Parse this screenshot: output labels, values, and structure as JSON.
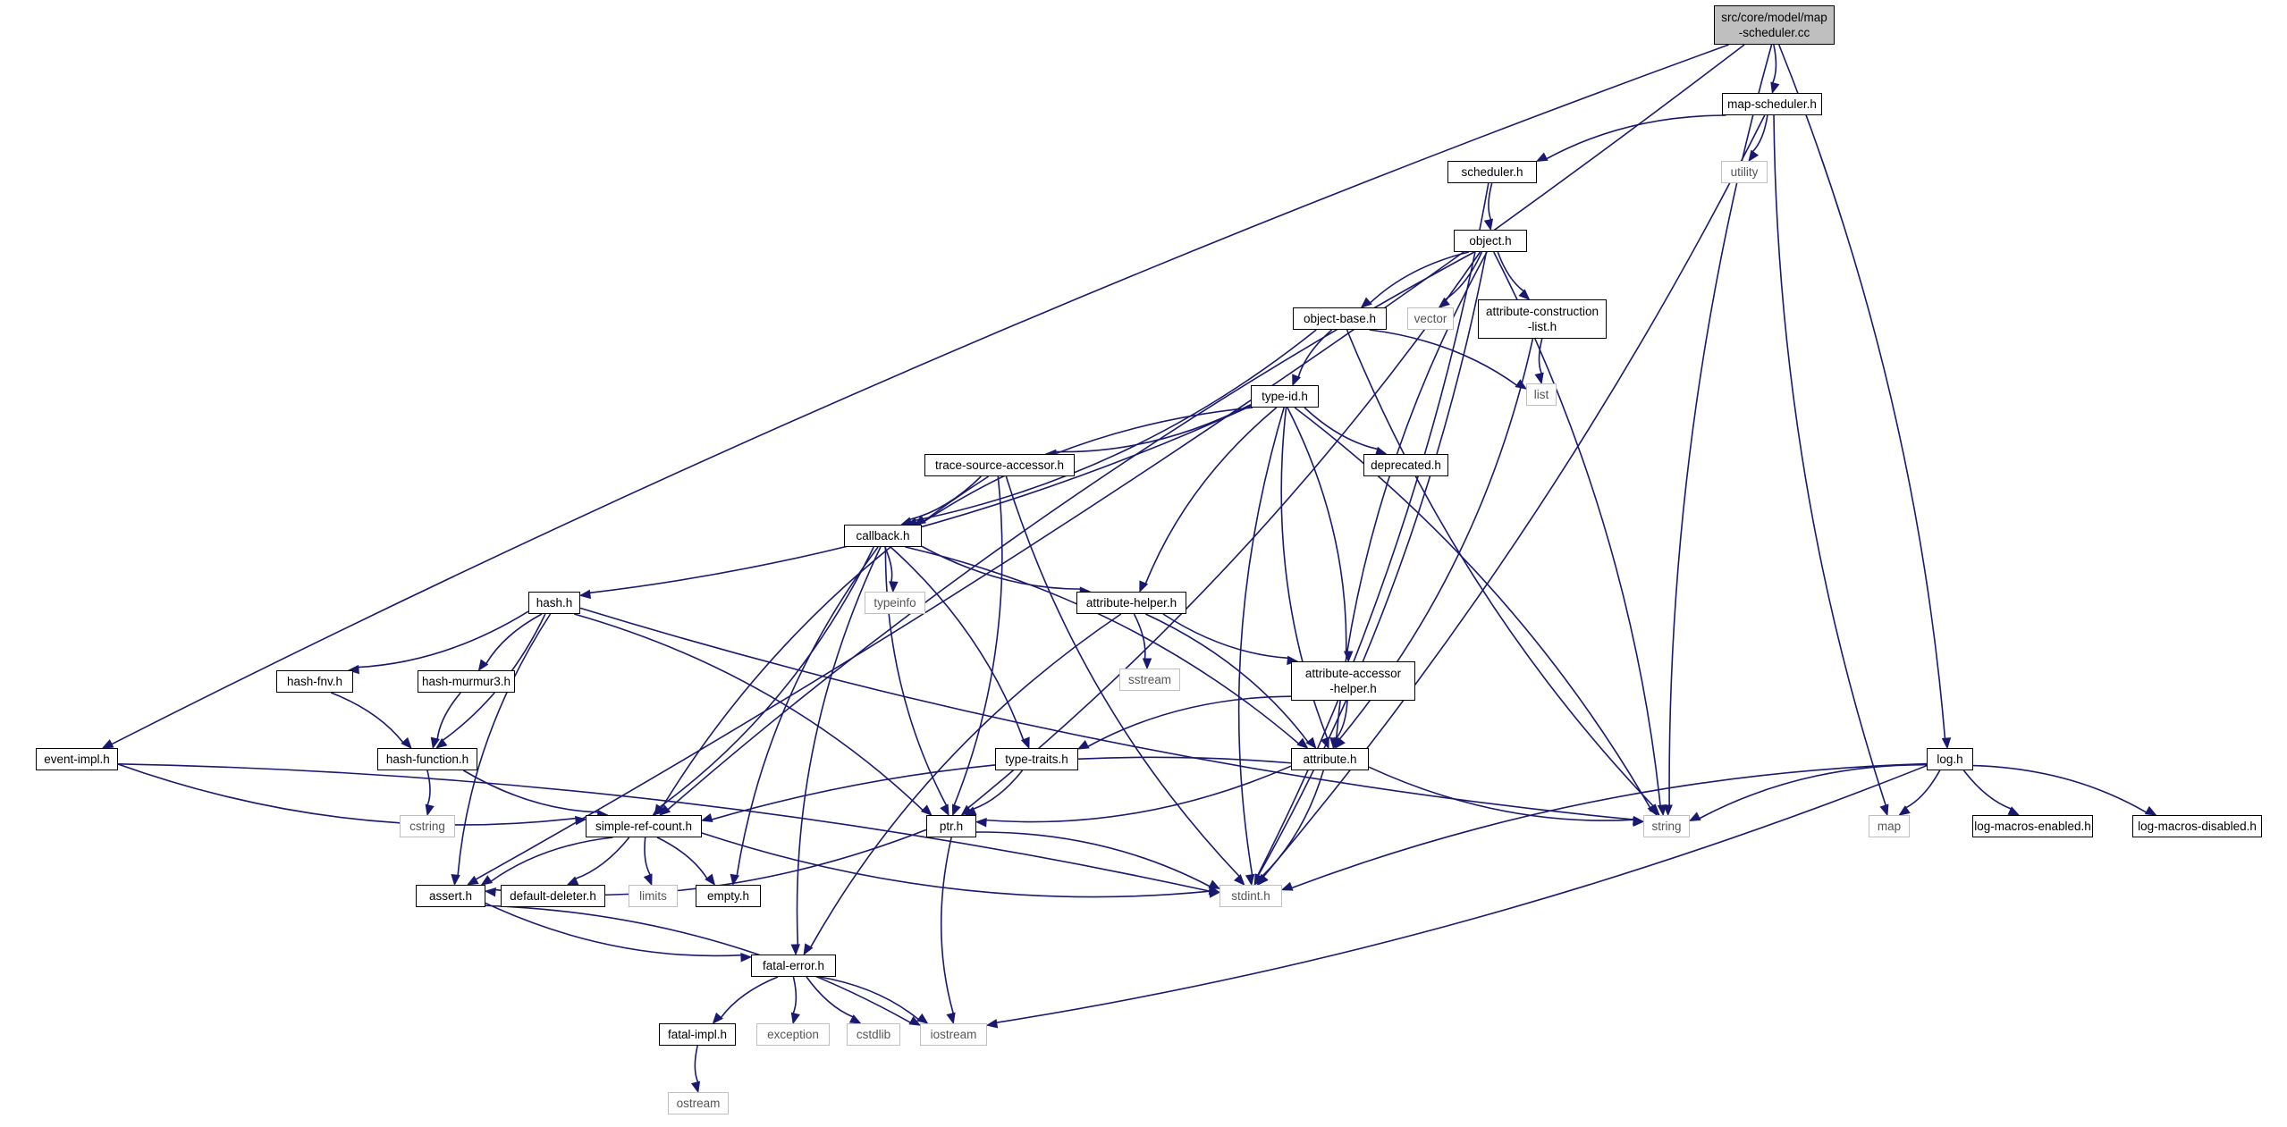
{
  "nodes": [
    {
      "id": "map_scheduler_cc",
      "label": "src/core/model/map\n-scheduler.cc",
      "kind": "root"
    },
    {
      "id": "map_scheduler_h",
      "label": "map-scheduler.h",
      "kind": "project"
    },
    {
      "id": "utility",
      "label": "utility",
      "kind": "system"
    },
    {
      "id": "scheduler_h",
      "label": "scheduler.h",
      "kind": "project"
    },
    {
      "id": "object_h",
      "label": "object.h",
      "kind": "project"
    },
    {
      "id": "object_base_h",
      "label": "object-base.h",
      "kind": "project"
    },
    {
      "id": "vector",
      "label": "vector",
      "kind": "system"
    },
    {
      "id": "attribute_construction_list_h",
      "label": "attribute-construction\n-list.h",
      "kind": "project"
    },
    {
      "id": "list",
      "label": "list",
      "kind": "system"
    },
    {
      "id": "type_id_h",
      "label": "type-id.h",
      "kind": "project"
    },
    {
      "id": "deprecated_h",
      "label": "deprecated.h",
      "kind": "project"
    },
    {
      "id": "trace_source_accessor_h",
      "label": "trace-source-accessor.h",
      "kind": "project"
    },
    {
      "id": "callback_h",
      "label": "callback.h",
      "kind": "project"
    },
    {
      "id": "typeinfo",
      "label": "typeinfo",
      "kind": "system"
    },
    {
      "id": "hash_h",
      "label": "hash.h",
      "kind": "project"
    },
    {
      "id": "attribute_helper_h",
      "label": "attribute-helper.h",
      "kind": "project"
    },
    {
      "id": "sstream",
      "label": "sstream",
      "kind": "system"
    },
    {
      "id": "attribute_accessor_helper_h",
      "label": "attribute-accessor\n-helper.h",
      "kind": "project"
    },
    {
      "id": "hash_fnv_h",
      "label": "hash-fnv.h",
      "kind": "project"
    },
    {
      "id": "hash_murmur3_h",
      "label": "hash-murmur3.h",
      "kind": "project"
    },
    {
      "id": "hash_function_h",
      "label": "hash-function.h",
      "kind": "project"
    },
    {
      "id": "cstring",
      "label": "cstring",
      "kind": "system"
    },
    {
      "id": "type_traits_h",
      "label": "type-traits.h",
      "kind": "project"
    },
    {
      "id": "attribute_h",
      "label": "attribute.h",
      "kind": "project"
    },
    {
      "id": "event_impl_h",
      "label": "event-impl.h",
      "kind": "project"
    },
    {
      "id": "simple_ref_count_h",
      "label": "simple-ref-count.h",
      "kind": "project"
    },
    {
      "id": "ptr_h",
      "label": "ptr.h",
      "kind": "project"
    },
    {
      "id": "string",
      "label": "string",
      "kind": "system"
    },
    {
      "id": "log_h",
      "label": "log.h",
      "kind": "project"
    },
    {
      "id": "map",
      "label": "map",
      "kind": "system"
    },
    {
      "id": "log_macros_enabled_h",
      "label": "log-macros-enabled.h",
      "kind": "project"
    },
    {
      "id": "log_macros_disabled_h",
      "label": "log-macros-disabled.h",
      "kind": "project"
    },
    {
      "id": "assert_h",
      "label": "assert.h",
      "kind": "project"
    },
    {
      "id": "default_deleter_h",
      "label": "default-deleter.h",
      "kind": "project"
    },
    {
      "id": "limits",
      "label": "limits",
      "kind": "system"
    },
    {
      "id": "empty_h",
      "label": "empty.h",
      "kind": "project"
    },
    {
      "id": "stdint_h",
      "label": "stdint.h",
      "kind": "system"
    },
    {
      "id": "fatal_error_h",
      "label": "fatal-error.h",
      "kind": "project"
    },
    {
      "id": "fatal_impl_h",
      "label": "fatal-impl.h",
      "kind": "project"
    },
    {
      "id": "exception",
      "label": "exception",
      "kind": "system"
    },
    {
      "id": "cstdlib",
      "label": "cstdlib",
      "kind": "system"
    },
    {
      "id": "iostream",
      "label": "iostream",
      "kind": "system"
    },
    {
      "id": "ostream",
      "label": "ostream",
      "kind": "system"
    }
  ],
  "edges": [
    [
      "map_scheduler_cc",
      "map_scheduler_h"
    ],
    [
      "map_scheduler_cc",
      "string"
    ],
    [
      "map_scheduler_cc",
      "log_h"
    ],
    [
      "map_scheduler_cc",
      "event_impl_h"
    ],
    [
      "map_scheduler_cc",
      "assert_h"
    ],
    [
      "map_scheduler_h",
      "scheduler_h"
    ],
    [
      "map_scheduler_h",
      "utility"
    ],
    [
      "map_scheduler_h",
      "map"
    ],
    [
      "map_scheduler_h",
      "stdint_h"
    ],
    [
      "scheduler_h",
      "object_h"
    ],
    [
      "scheduler_h",
      "stdint_h"
    ],
    [
      "object_h",
      "object_base_h"
    ],
    [
      "object_h",
      "vector"
    ],
    [
      "object_h",
      "attribute_construction_list_h"
    ],
    [
      "object_h",
      "string"
    ],
    [
      "object_h",
      "attribute_h"
    ],
    [
      "object_h",
      "stdint_h"
    ],
    [
      "object_h",
      "simple_ref_count_h"
    ],
    [
      "object_h",
      "ptr_h"
    ],
    [
      "object_base_h",
      "type_id_h"
    ],
    [
      "object_base_h",
      "list"
    ],
    [
      "object_base_h",
      "string"
    ],
    [
      "object_base_h",
      "callback_h"
    ],
    [
      "attribute_construction_list_h",
      "list"
    ],
    [
      "attribute_construction_list_h",
      "attribute_h"
    ],
    [
      "type_id_h",
      "deprecated_h"
    ],
    [
      "type_id_h",
      "trace_source_accessor_h"
    ],
    [
      "type_id_h",
      "callback_h"
    ],
    [
      "type_id_h",
      "hash_h"
    ],
    [
      "type_id_h",
      "attribute_helper_h"
    ],
    [
      "type_id_h",
      "attribute_accessor_helper_h"
    ],
    [
      "type_id_h",
      "attribute_h"
    ],
    [
      "type_id_h",
      "string"
    ],
    [
      "type_id_h",
      "stdint_h"
    ],
    [
      "trace_source_accessor_h",
      "callback_h"
    ],
    [
      "trace_source_accessor_h",
      "simple_ref_count_h"
    ],
    [
      "trace_source_accessor_h",
      "ptr_h"
    ],
    [
      "trace_source_accessor_h",
      "stdint_h"
    ],
    [
      "callback_h",
      "typeinfo"
    ],
    [
      "callback_h",
      "attribute_helper_h"
    ],
    [
      "callback_h",
      "type_traits_h"
    ],
    [
      "callback_h",
      "ptr_h"
    ],
    [
      "callback_h",
      "simple_ref_count_h"
    ],
    [
      "callback_h",
      "empty_h"
    ],
    [
      "callback_h",
      "attribute_h"
    ],
    [
      "callback_h",
      "fatal_error_h"
    ],
    [
      "hash_h",
      "hash_fnv_h"
    ],
    [
      "hash_h",
      "hash_murmur3_h"
    ],
    [
      "hash_h",
      "hash_function_h"
    ],
    [
      "hash_h",
      "assert_h"
    ],
    [
      "hash_h",
      "ptr_h"
    ],
    [
      "hash_h",
      "string"
    ],
    [
      "hash_fnv_h",
      "hash_function_h"
    ],
    [
      "hash_murmur3_h",
      "hash_function_h"
    ],
    [
      "hash_function_h",
      "cstring"
    ],
    [
      "hash_function_h",
      "simple_ref_count_h"
    ],
    [
      "attribute_helper_h",
      "sstream"
    ],
    [
      "attribute_helper_h",
      "attribute_accessor_helper_h"
    ],
    [
      "attribute_helper_h",
      "attribute_h"
    ],
    [
      "attribute_helper_h",
      "fatal_error_h"
    ],
    [
      "attribute_accessor_helper_h",
      "attribute_h"
    ],
    [
      "attribute_accessor_helper_h",
      "type_traits_h"
    ],
    [
      "type_traits_h",
      "ptr_h"
    ],
    [
      "attribute_h",
      "string"
    ],
    [
      "attribute_h",
      "ptr_h"
    ],
    [
      "attribute_h",
      "simple_ref_count_h"
    ],
    [
      "attribute_h",
      "stdint_h"
    ],
    [
      "event_impl_h",
      "simple_ref_count_h"
    ],
    [
      "event_impl_h",
      "stdint_h"
    ],
    [
      "simple_ref_count_h",
      "assert_h"
    ],
    [
      "simple_ref_count_h",
      "default_deleter_h"
    ],
    [
      "simple_ref_count_h",
      "limits"
    ],
    [
      "simple_ref_count_h",
      "empty_h"
    ],
    [
      "simple_ref_count_h",
      "stdint_h"
    ],
    [
      "ptr_h",
      "assert_h"
    ],
    [
      "ptr_h",
      "iostream"
    ],
    [
      "ptr_h",
      "stdint_h"
    ],
    [
      "log_h",
      "string"
    ],
    [
      "log_h",
      "map"
    ],
    [
      "log_h",
      "log_macros_enabled_h"
    ],
    [
      "log_h",
      "log_macros_disabled_h"
    ],
    [
      "log_h",
      "stdint_h"
    ],
    [
      "log_h",
      "iostream"
    ],
    [
      "assert_h",
      "fatal_error_h"
    ],
    [
      "assert_h",
      "iostream"
    ],
    [
      "fatal_error_h",
      "fatal_impl_h"
    ],
    [
      "fatal_error_h",
      "exception"
    ],
    [
      "fatal_error_h",
      "cstdlib"
    ],
    [
      "fatal_error_h",
      "iostream"
    ],
    [
      "fatal_impl_h",
      "ostream"
    ]
  ],
  "colors": {
    "edge": "#191970",
    "node_border": "#000000",
    "system_border": "#bfbfbf",
    "root_fill": "#bfbfbf"
  }
}
